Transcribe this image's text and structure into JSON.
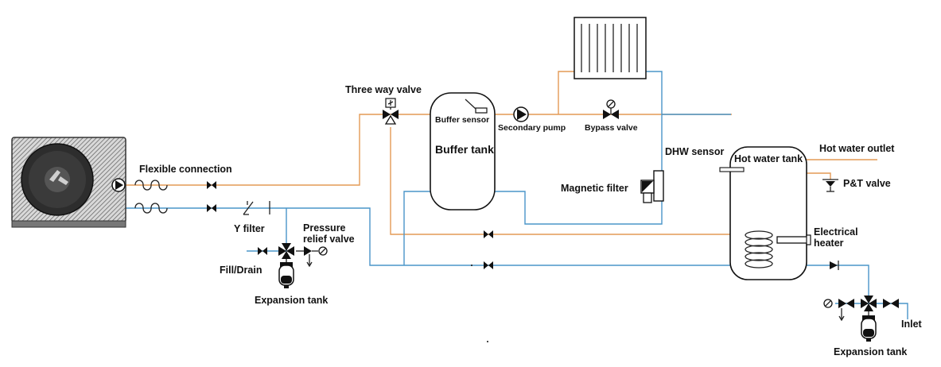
{
  "labels": {
    "three_way_valve": "Three way valve",
    "buffer_sensor": "Buffer sensor",
    "secondary_pump": "Secondary pump",
    "bypass_valve": "Bypass valve",
    "buffer_tank": "Buffer tank",
    "dhw_sensor": "DHW sensor",
    "hot_water_tank": "Hot water tank",
    "hot_water_outlet": "Hot water outlet",
    "pt_valve": "P&T valve",
    "magnetic_filter": "Magnetic filter",
    "flexible_connection": "Flexible connection",
    "y_filter": "Y filter",
    "pressure_relief_line1": "Pressure",
    "pressure_relief_line2": "relief valve",
    "fill_drain": "Fill/Drain",
    "expansion_tank_left": "Expansion tank",
    "electrical_heater_line1": "Electrical",
    "electrical_heater_line2": "heater",
    "inlet": "Inlet",
    "expansion_tank_right": "Expansion tank"
  },
  "colors": {
    "hot_pipe": "#e39a55",
    "cold_pipe": "#4a95c9",
    "outline": "#222222"
  }
}
